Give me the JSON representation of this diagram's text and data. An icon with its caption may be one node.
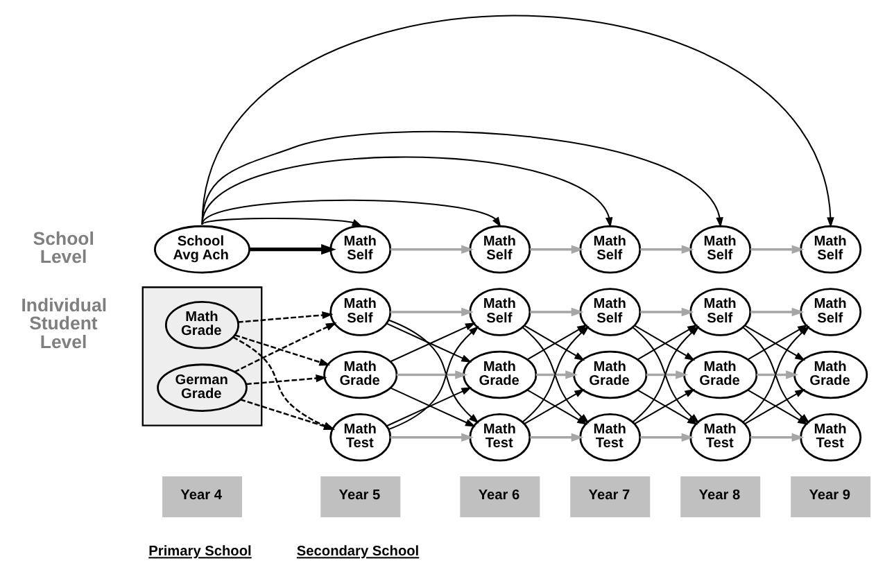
{
  "diagram": {
    "nodes": [
      {
        "text": [
          "School Avg Ach"
        ]
      },
      {
        "text": [
          "Math Self"
        ]
      },
      {
        "text": [
          "Math Self"
        ]
      },
      {
        "text": [
          "Math Self"
        ]
      },
      {
        "text": [
          "Math Self"
        ]
      },
      {
        "text": [
          "Math Self"
        ]
      },
      {
        "text": [],
        "shape": "box"
      },
      {
        "text": [
          "Math Grade"
        ],
        "in": 6
      },
      {
        "text": [
          "German Grade"
        ],
        "in": 6
      },
      {
        "text": [
          "Math Self"
        ]
      },
      {
        "text": [
          "Math Grade"
        ]
      },
      {
        "text": [
          "Math Test"
        ]
      },
      {
        "text": [
          "Math Self"
        ]
      },
      {
        "text": [
          "Math Grade"
        ]
      },
      {
        "text": [
          "Math Test"
        ]
      },
      {
        "text": [
          "Math Self"
        ]
      },
      {
        "text": [
          "Math Grade"
        ]
      },
      {
        "text": [
          "Math Test"
        ]
      },
      {
        "text": [
          "Math Self"
        ]
      },
      {
        "text": [
          "Math Grade"
        ]
      },
      {
        "text": [
          "Math Test"
        ]
      },
      {
        "text": [
          "Math Self"
        ]
      },
      {
        "text": [
          "Math Grade"
        ]
      },
      {
        "text": [
          "Math Test"
        ]
      },
      {
        "text": [
          "Year 4"
        ]
      },
      {
        "text": [
          "Year 5"
        ]
      },
      {
        "text": [
          "Year 6"
        ]
      },
      {
        "text": [
          "Year 7"
        ]
      },
      {
        "text": [
          "Year 8"
        ]
      },
      {
        "text": [
          "Year 9"
        ]
      }
    ],
    "edges": [
      {
        "from": 0,
        "to": 1,
        "arrow": "to",
        "style": "thick"
      },
      {
        "from": 0,
        "to": 1,
        "arrow": "to"
      },
      {
        "from": 0,
        "to": 2,
        "arrow": "to"
      },
      {
        "from": 0,
        "to": 3,
        "arrow": "to"
      },
      {
        "from": 0,
        "to": 4,
        "arrow": "to"
      },
      {
        "from": 0,
        "to": 5,
        "arrow": "to"
      },
      {
        "from": 1,
        "to": 2,
        "arrow": "to",
        "color": "#a6a6a6"
      },
      {
        "from": 2,
        "to": 3,
        "arrow": "to",
        "color": "#a6a6a6"
      },
      {
        "from": 3,
        "to": 4,
        "arrow": "to",
        "color": "#a6a6a6"
      },
      {
        "from": 4,
        "to": 5,
        "arrow": "to",
        "color": "#a6a6a6"
      },
      {
        "from": 7,
        "to": 9,
        "arrow": "to",
        "style": "dashed"
      },
      {
        "from": 7,
        "to": 10,
        "arrow": "to",
        "style": "dashed"
      },
      {
        "from": 7,
        "to": 11,
        "arrow": "to",
        "style": "dashed"
      },
      {
        "from": 8,
        "to": 9,
        "arrow": "to",
        "style": "dashed"
      },
      {
        "from": 8,
        "to": 10,
        "arrow": "to",
        "style": "dashed"
      },
      {
        "from": 8,
        "to": 11,
        "arrow": "to",
        "style": "dashed"
      },
      {
        "from": 9,
        "to": 12,
        "arrow": "to",
        "color": "#a6a6a6"
      },
      {
        "from": 10,
        "to": 13,
        "arrow": "to",
        "color": "#a6a6a6"
      },
      {
        "from": 11,
        "to": 14,
        "arrow": "to",
        "color": "#a6a6a6"
      },
      {
        "from": 9,
        "to": 13,
        "arrow": "to"
      },
      {
        "from": 9,
        "to": 14,
        "arrow": "to"
      },
      {
        "from": 10,
        "to": 12,
        "arrow": "to"
      },
      {
        "from": 10,
        "to": 14,
        "arrow": "to"
      },
      {
        "from": 11,
        "to": 12,
        "arrow": "to"
      },
      {
        "from": 11,
        "to": 13,
        "arrow": "to"
      },
      {
        "from": 12,
        "to": 15,
        "arrow": "to",
        "color": "#a6a6a6"
      },
      {
        "from": 13,
        "to": 16,
        "arrow": "to",
        "color": "#a6a6a6"
      },
      {
        "from": 14,
        "to": 17,
        "arrow": "to",
        "color": "#a6a6a6"
      },
      {
        "from": 12,
        "to": 16,
        "arrow": "to"
      },
      {
        "from": 12,
        "to": 17,
        "arrow": "to"
      },
      {
        "from": 13,
        "to": 15,
        "arrow": "to"
      },
      {
        "from": 13,
        "to": 17,
        "arrow": "to"
      },
      {
        "from": 14,
        "to": 15,
        "arrow": "to"
      },
      {
        "from": 14,
        "to": 16,
        "arrow": "to"
      },
      {
        "from": 15,
        "to": 18,
        "arrow": "to",
        "color": "#a6a6a6"
      },
      {
        "from": 16,
        "to": 19,
        "arrow": "to",
        "color": "#a6a6a6"
      },
      {
        "from": 17,
        "to": 20,
        "arrow": "to",
        "color": "#a6a6a6"
      },
      {
        "from": 15,
        "to": 19,
        "arrow": "to"
      },
      {
        "from": 15,
        "to": 20,
        "arrow": "to"
      },
      {
        "from": 16,
        "to": 18,
        "arrow": "to"
      },
      {
        "from": 16,
        "to": 20,
        "arrow": "to"
      },
      {
        "from": 17,
        "to": 18,
        "arrow": "to"
      },
      {
        "from": 17,
        "to": 19,
        "arrow": "to"
      },
      {
        "from": 18,
        "to": 21,
        "arrow": "to",
        "color": "#a6a6a6"
      },
      {
        "from": 19,
        "to": 22,
        "arrow": "to",
        "color": "#a6a6a6"
      },
      {
        "from": 20,
        "to": 23,
        "arrow": "to",
        "color": "#a6a6a6"
      },
      {
        "from": 18,
        "to": 22,
        "arrow": "to"
      },
      {
        "from": 18,
        "to": 23,
        "arrow": "to"
      },
      {
        "from": 19,
        "to": 21,
        "arrow": "to"
      },
      {
        "from": 19,
        "to": 23,
        "arrow": "to"
      },
      {
        "from": 20,
        "to": 21,
        "arrow": "to"
      },
      {
        "from": 20,
        "to": 22,
        "arrow": "to"
      }
    ],
    "labels": [
      "School Level",
      "Individual Student Level",
      "Primary School",
      "Secondary School"
    ]
  }
}
